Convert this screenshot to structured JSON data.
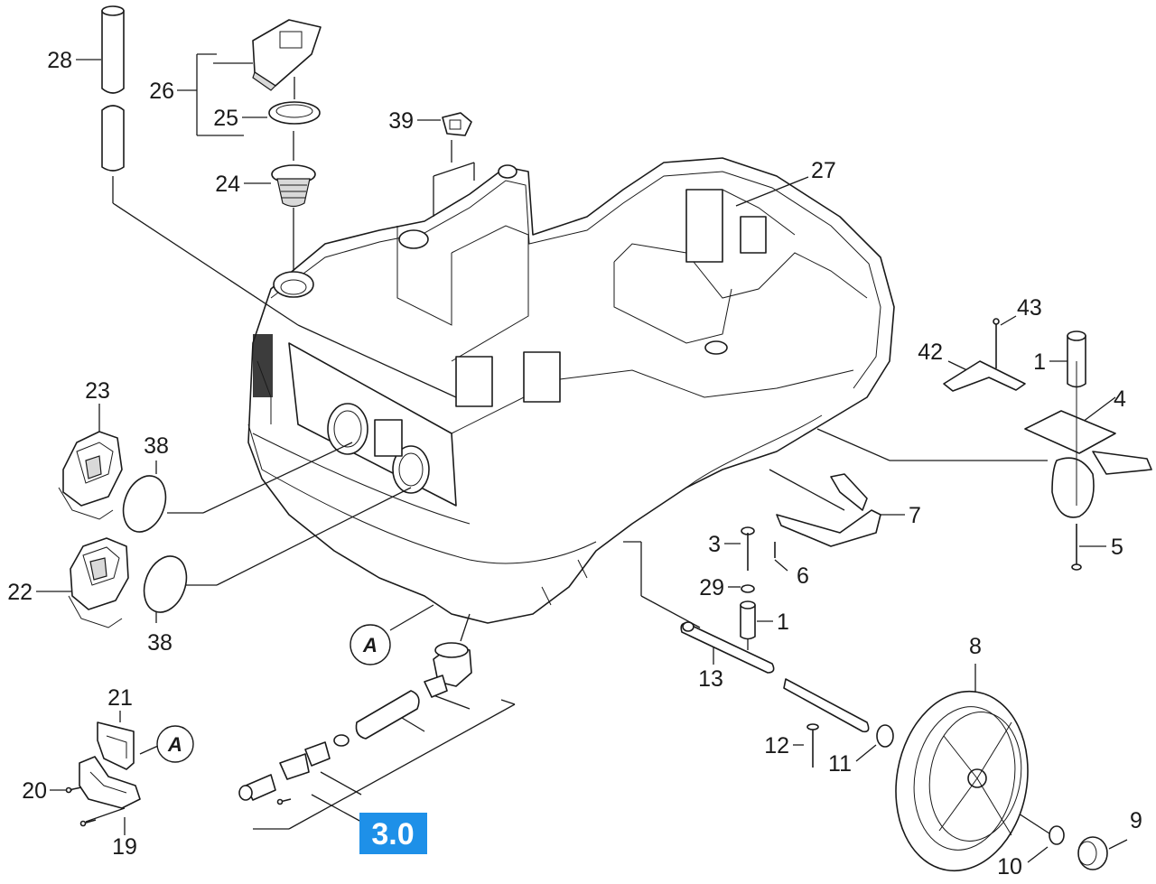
{
  "labels": {
    "l1a": "1",
    "l1b": "1",
    "l3": "3",
    "l4": "4",
    "l5": "5",
    "l6": "6",
    "l7": "7",
    "l8": "8",
    "l9": "9",
    "l10": "10",
    "l11": "11",
    "l12": "12",
    "l13": "13",
    "l19": "19",
    "l20": "20",
    "l21": "21",
    "l22": "22",
    "l23": "23",
    "l24": "24",
    "l25": "25",
    "l26": "26",
    "l27": "27",
    "l28": "28",
    "l29": "29",
    "l38a": "38",
    "l38b": "38",
    "l39": "39",
    "l42": "42",
    "l43": "43"
  },
  "refs": {
    "refA1": "A",
    "refA2": "A"
  },
  "badge": {
    "text": "3.0",
    "color": "#1e90e8"
  }
}
